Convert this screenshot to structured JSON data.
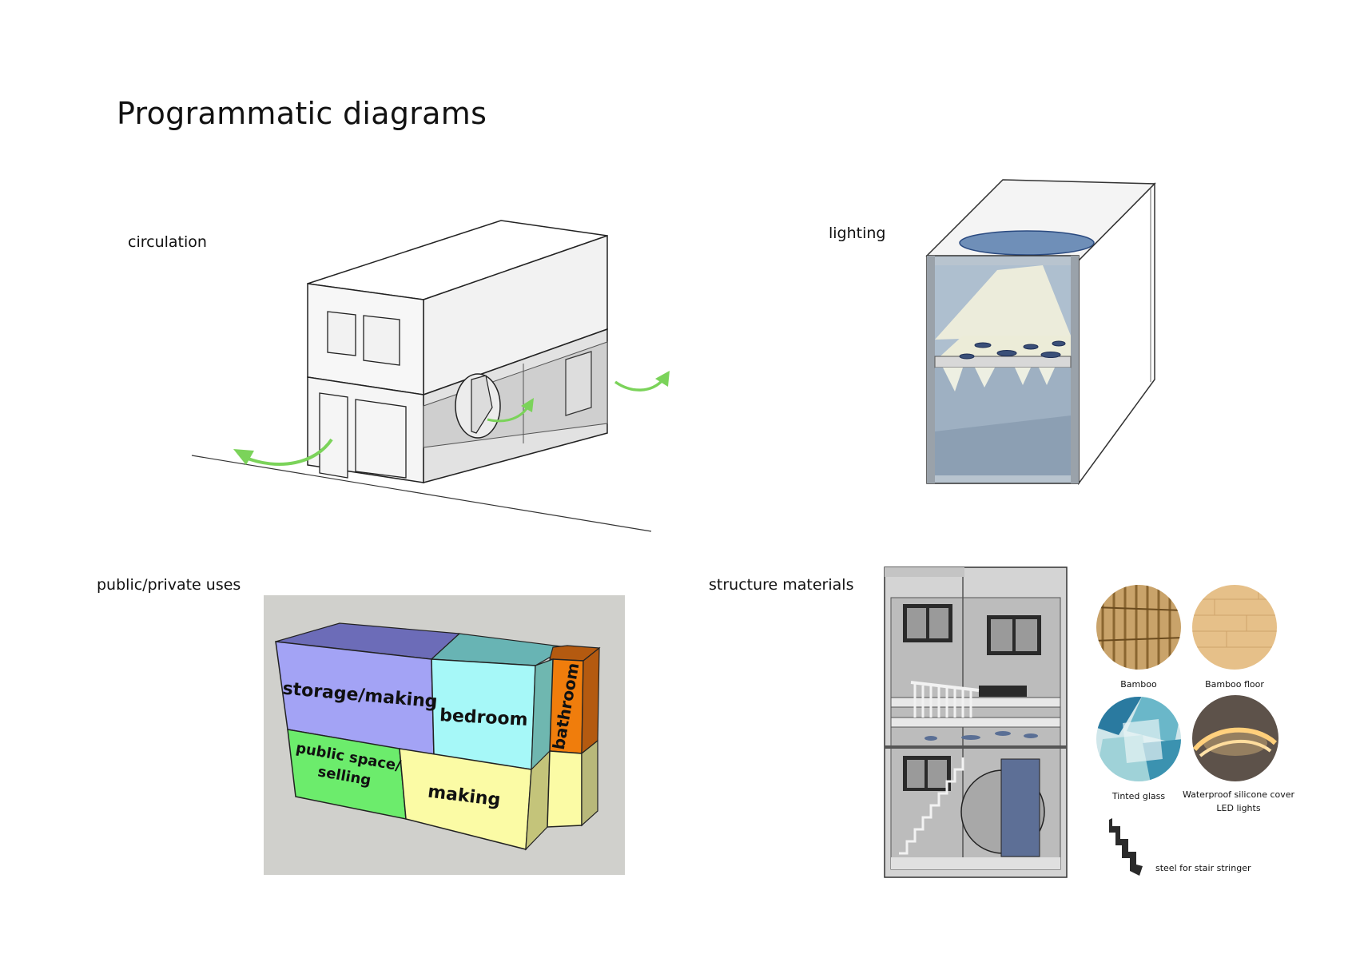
{
  "page": {
    "title": "Programmatic diagrams"
  },
  "sections": {
    "circulation": "circulation",
    "lighting": "lighting",
    "public_private": "public/private uses",
    "structure_materials": "structure materials"
  },
  "program_blocks": {
    "storage": "storage/making",
    "bedroom": "bedroom",
    "bathroom": "bathroom",
    "public_line1": "public space/",
    "public_line2": "selling",
    "making": "making"
  },
  "materials": {
    "bamboo": "Bamboo",
    "bamboo_floor": "Bamboo floor",
    "tinted_glass": "Tinted glass",
    "led_line1": "Waterproof silicone cover",
    "led_line2": "LED lights",
    "steel": "steel for stair stringer"
  },
  "colors": {
    "storage": "#a3a3f5",
    "bedroom": "#a6f8f8",
    "bathroom": "#f07d0c",
    "public": "#6cec6c",
    "making": "#fbfba5",
    "arrow": "#7bd35a",
    "panel_bg": "#d0d0cc"
  }
}
